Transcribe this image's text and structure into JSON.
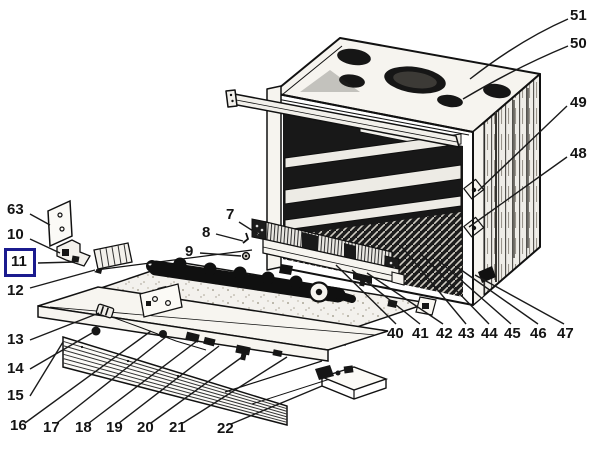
{
  "diagram": {
    "kind": "exploded parts diagram",
    "subject": "gas range / built-in oven assembly",
    "ink_color": "#1a1a1a",
    "paper_color": "#ffffff",
    "highlight_color": "#1b1b8e",
    "highlighted_part": "11"
  },
  "callouts": {
    "right": [
      "51",
      "50",
      "49",
      "48"
    ],
    "middle": [
      "7",
      "8",
      "9"
    ],
    "left": [
      "63",
      "10",
      "11",
      "12"
    ],
    "bottom_left": [
      "13",
      "14",
      "15",
      "16",
      "17",
      "18",
      "19",
      "20",
      "21",
      "22"
    ],
    "bottom_right": [
      "40",
      "41",
      "42",
      "43",
      "44",
      "45",
      "46",
      "47"
    ]
  }
}
